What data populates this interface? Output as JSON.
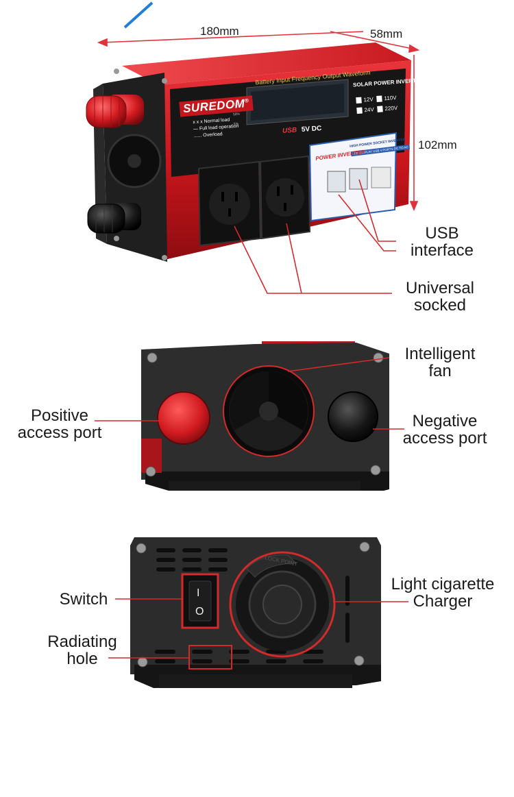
{
  "dimensions": {
    "length": "180mm",
    "width": "58mm",
    "height": "102mm"
  },
  "product": {
    "brand": "SUREDOM",
    "display_caption": "Battery Input Frequency Output Waveform",
    "side_title": "SOLAR POWER INVERTER",
    "voltages": [
      "12V",
      "110V",
      "24V",
      "220V"
    ],
    "usb_text": "5V DC",
    "usb_logo": "USB",
    "load_legend": [
      "x x x  Normal load",
      "— Full load operation",
      "...... Overload"
    ],
    "percent_ticks": [
      "100%",
      "50%",
      "5%"
    ],
    "sticker_title": "POWER INVERTER",
    "sticker_subtitle": "HIGH POWER SOCKET INVERTER",
    "sticker_band": "LCD DISPLAY USB 4 PORTS DC TO AC",
    "cigarette_port_text": "LOCK POINT"
  },
  "callouts": {
    "usb": [
      "USB",
      "interface"
    ],
    "socket": [
      "Universal",
      "socked"
    ],
    "fan": [
      "Intelligent",
      "fan"
    ],
    "positive": [
      "Positive",
      "access  port"
    ],
    "negative": [
      "Negative",
      "access  port"
    ],
    "switch": [
      "Switch"
    ],
    "cigarette": [
      "Light  cigarette",
      "Charger"
    ],
    "radiating": [
      "Radiating",
      "hole"
    ]
  },
  "switch_marks": [
    "I",
    "O"
  ],
  "colors": {
    "callout_red": "#d42a2a",
    "body_red": "#d62026",
    "panel_black": "#1d1d1d",
    "plate_grey": "#2e2e2e",
    "dim_line": "#e0323a"
  }
}
